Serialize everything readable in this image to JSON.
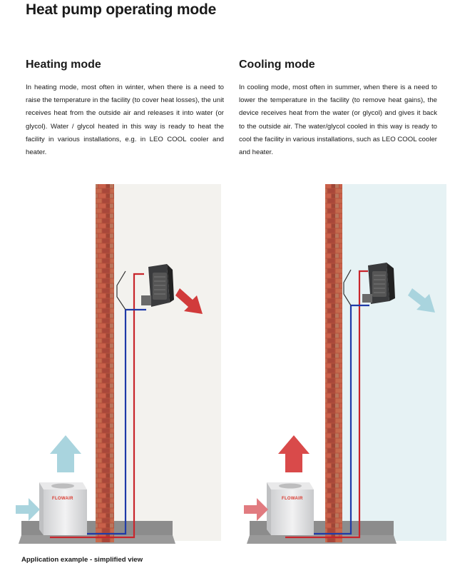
{
  "page_title": "Heat pump operating mode",
  "heating": {
    "title": "Heating mode",
    "body": "In heating mode, most often in winter, when there is a need to raise the temperature in the facility (to cover heat losses), the unit receives heat from the outside air and releases it into water (or glycol). Water / glycol heated in this way is ready to heat the facility in various installations, e.g. in LEO COOL cooler and heater.",
    "room_color": "#f3f2ee",
    "airflow_color": "#d13b3b",
    "intake_color": "#a9d4de",
    "exhaust_color": "#a9d4de"
  },
  "cooling": {
    "title": "Cooling mode",
    "body": "In cooling mode, most often in summer, when there is a need to lower the temperature in the facility (to remove heat gains), the device receives heat from the water (or glycol) and gives it back to the outside air. The water/glycol cooled in this way is ready to cool the facility in various installations, such as LEO COOL cooler and heater.",
    "room_color": "#e6f2f4",
    "airflow_color": "#a9d4de",
    "intake_color": "#e17b80",
    "exhaust_color": "#d94a4a"
  },
  "unit_logo": "FLOWAIR",
  "caption": "Application example - simplified view",
  "icons": [
    "brick-wall",
    "heat-pump-unit",
    "air-heater-unit",
    "airflow-arrow"
  ]
}
